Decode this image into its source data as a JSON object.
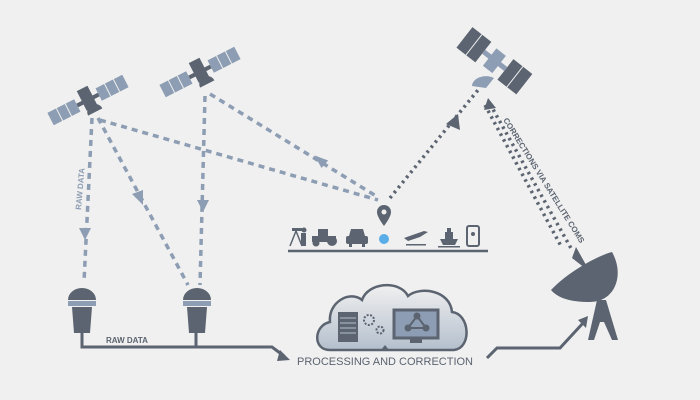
{
  "labels": {
    "raw_data_vertical": "RAW DATA",
    "raw_data_horizontal": "RAW DATA",
    "processing": "PROCESSING AND CORRECTION",
    "corrections": "CORRECTIONS VIA SATELLITE COMS"
  },
  "colors": {
    "background": "#f0f0f0",
    "dark": "#5b6470",
    "light": "#8d9db3",
    "pin_dot": "#5aaee8"
  },
  "icons": [
    "surveyor-icon",
    "tractor-icon",
    "car-icon",
    "location-pin-icon",
    "airplane-icon",
    "ship-icon",
    "smartphone-icon"
  ]
}
